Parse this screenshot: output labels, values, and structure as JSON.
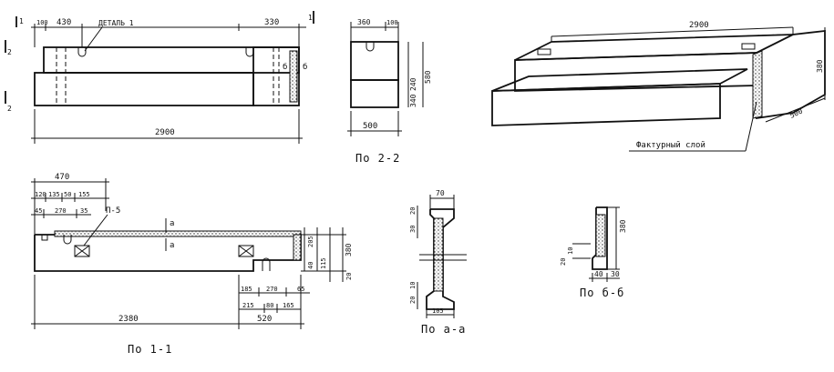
{
  "front_view": {
    "dim_top_left_small": "100",
    "dim_top_left": "430",
    "dim_top_right": "330",
    "detail_label": "ДЕТАЛЬ 1",
    "section_mark_left_top": "1",
    "section_mark_right_top": "1",
    "section_mark_left_mid": "2",
    "section_mark_left_bot": "2",
    "section_mark_right_b1": "б",
    "section_mark_right_b2": "б",
    "dim_bottom": "2900"
  },
  "section_2_2": {
    "dim_top_a": "360",
    "dim_top_b": "100",
    "dim_v_top": "240",
    "dim_v_bot": "340",
    "dim_v_total": "580",
    "dim_bottom": "500",
    "caption": "По 2-2"
  },
  "isometric": {
    "dim_length": "2900",
    "dim_height": "380",
    "dim_depth": "500",
    "leader_label": "Фактурный слой"
  },
  "plan_1_1": {
    "dim_top": "470",
    "dims_row2": [
      "120",
      "135",
      "50",
      "155"
    ],
    "dims_row3": [
      "45",
      "270",
      "35"
    ],
    "part_label": "П-5",
    "cut_mark_a_top": "а",
    "cut_mark_a_bot": "а",
    "dims_right": [
      "205",
      "380",
      "115",
      "40",
      "20"
    ],
    "dims_bottom_row1": [
      "185",
      "270",
      "65"
    ],
    "dims_bottom_row2": [
      "215",
      "80",
      "165"
    ],
    "dim_total": "2380",
    "dim_partial": "520",
    "caption": "По 1-1"
  },
  "section_a_a": {
    "dim_top": "70",
    "dims_left": [
      "20",
      "30",
      "20",
      "10"
    ],
    "dim_bottom": "105",
    "caption": "По а-а"
  },
  "section_b_b": {
    "dim_right": "380",
    "dims_left": [
      "20",
      "10"
    ],
    "dims_bottom": [
      "40",
      "30"
    ],
    "caption": "По б-б"
  }
}
